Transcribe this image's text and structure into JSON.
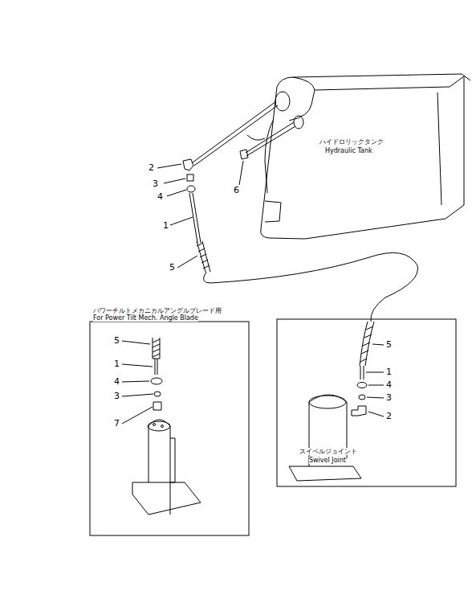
{
  "diagram": {
    "nodes": [
      {
        "text": [
          "パワーチルトメカニカルアングルブレード用",
          "For Power Tilt Mech. Angle Blade"
        ]
      },
      {
        "text": [
          "スイベルジョイント",
          "Swivel Joint"
        ]
      }
    ],
    "labels": [
      "2",
      "3",
      "4",
      "6",
      "1",
      "5",
      "ハイドロリックタンク",
      "Hydraulic Tank",
      "5",
      "1",
      "4",
      "3",
      "7",
      "5",
      "1",
      "4",
      "3",
      "2"
    ]
  }
}
